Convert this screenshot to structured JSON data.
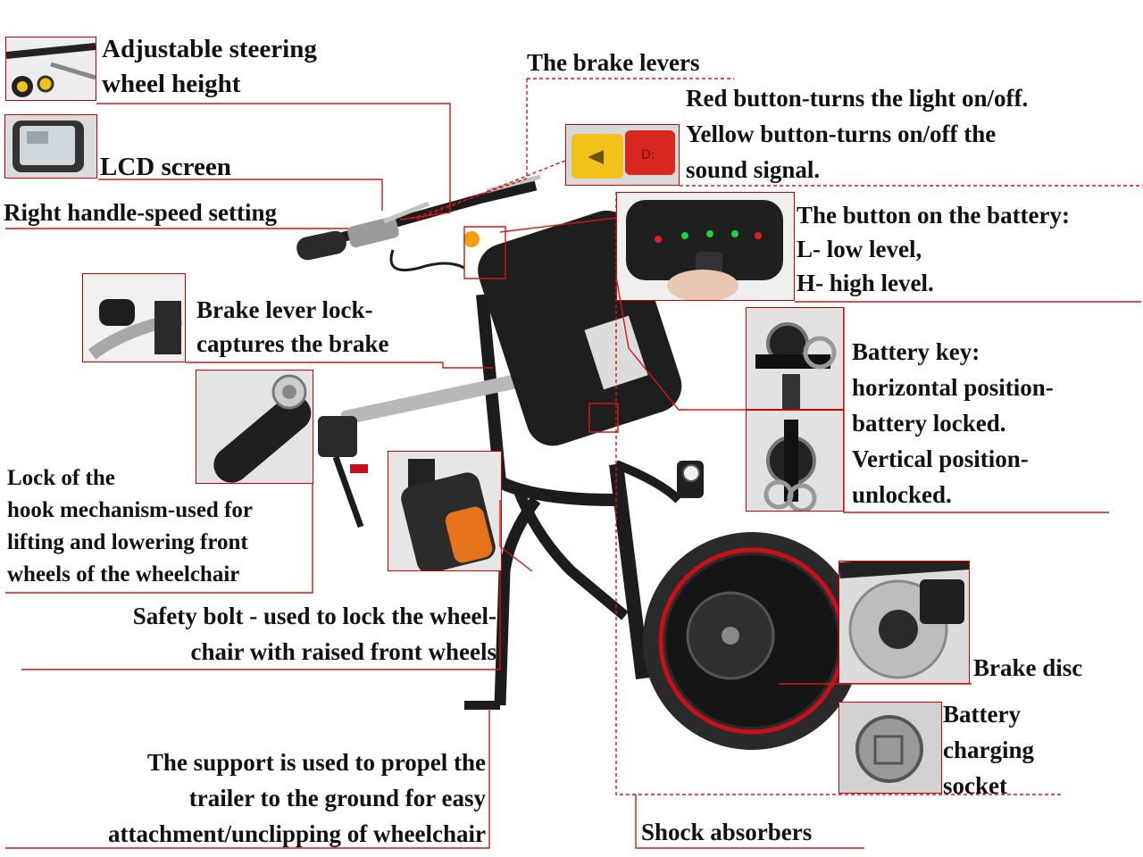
{
  "labels": {
    "steering_height": [
      "Adjustable steering",
      "wheel height"
    ],
    "lcd_screen": "LCD screen",
    "right_handle": "Right handle-speed setting",
    "brake_levers": "The brake levers",
    "buttons": [
      "Red button-turns the light on/off.",
      "Yellow button-turns on/off the",
      "sound signal."
    ],
    "battery_button": [
      "The button on the battery:",
      "L- low level,",
      "H- high level."
    ],
    "brake_lever_lock": [
      "Brake lever lock-",
      "captures the brake"
    ],
    "battery_key": [
      "Battery key:",
      "horizontal position-",
      "battery locked.",
      "Vertical position-",
      "unlocked."
    ],
    "hook_lock": [
      "Lock of the",
      "hook mechanism-used for",
      "lifting and lowering front",
      "wheels of the wheelchair"
    ],
    "safety_bolt": [
      "Safety bolt - used to lock the wheel-",
      "chair with raised front wheels"
    ],
    "brake_disc": "Brake disc",
    "charging_socket": [
      "Battery",
      "charging",
      "socket"
    ],
    "support": [
      "The support is used to propel the",
      "trailer to the ground for easy",
      "attachment/unclipping of wheelchair"
    ],
    "shock_absorbers": "Shock absorbers"
  },
  "colors": {
    "leader": "#d01818",
    "frame": "#1c1c1c",
    "tire_rim": "#c8101a",
    "button_red": "#d8271e",
    "button_yellow": "#f2c21a",
    "led_red": "#e02020",
    "led_green": "#22d040"
  }
}
